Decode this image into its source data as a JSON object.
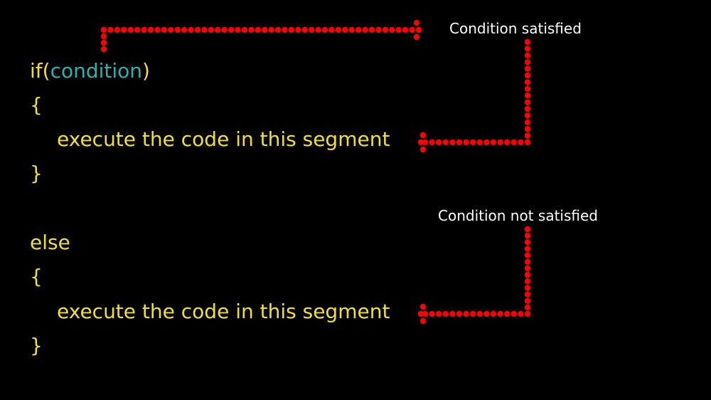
{
  "colors": {
    "background": "#000000",
    "keyword": "#f2e12b",
    "condition": "#25b3b3",
    "label": "#ffffff",
    "arrow": "#ff0000"
  },
  "code": {
    "if_keyword": "if(",
    "condition": "condition",
    "close_paren": ")",
    "open_brace_1": "{",
    "body_1": "execute the code in this segment",
    "close_brace_1": "}",
    "else_keyword": "else",
    "open_brace_2": "{",
    "body_2": "execute the code in this segment",
    "close_brace_2": "}"
  },
  "labels": {
    "satisfied": "Condition satisfied",
    "not_satisfied": "Condition not satisfied"
  }
}
